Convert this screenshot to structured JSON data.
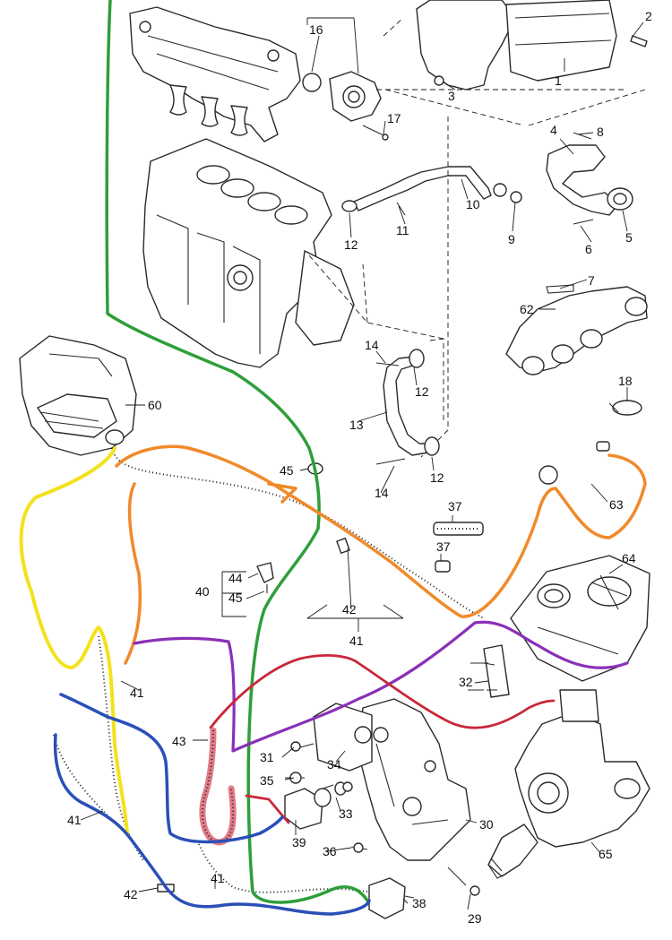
{
  "colors": {
    "green": "#2e9e3a",
    "orange": "#f08a2a",
    "yellow": "#f2e21c",
    "purple": "#8a2fb8",
    "red": "#c8283a",
    "blue": "#2a4fb8",
    "pink": "#e07b86",
    "line": "#2a2a2a"
  },
  "callouts": {
    "c1": "1",
    "c2": "2",
    "c3": "3",
    "c4": "4",
    "c5": "5",
    "c6": "6",
    "c7": "7",
    "c8": "8",
    "c9": "9",
    "c10": "10",
    "c11": "11",
    "c12a": "12",
    "c12b": "12",
    "c12c": "12",
    "c13": "13",
    "c14a": "14",
    "c14b": "14",
    "c16": "16",
    "c17": "17",
    "c18": "18",
    "c29": "29",
    "c30": "30",
    "c31": "31",
    "c32": "32",
    "c33": "33",
    "c34": "34",
    "c35": "35",
    "c36": "36",
    "c37a": "37",
    "c37b": "37",
    "c38": "38",
    "c39": "39",
    "c40": "40",
    "c41a": "41",
    "c41b": "41",
    "c41c": "41",
    "c41d": "41",
    "c42a": "42",
    "c42b": "42",
    "c43": "43",
    "c44": "44",
    "c45a": "45",
    "c45b": "45",
    "c60": "60",
    "c62": "62",
    "c63": "63",
    "c64": "64",
    "c65": "65"
  }
}
